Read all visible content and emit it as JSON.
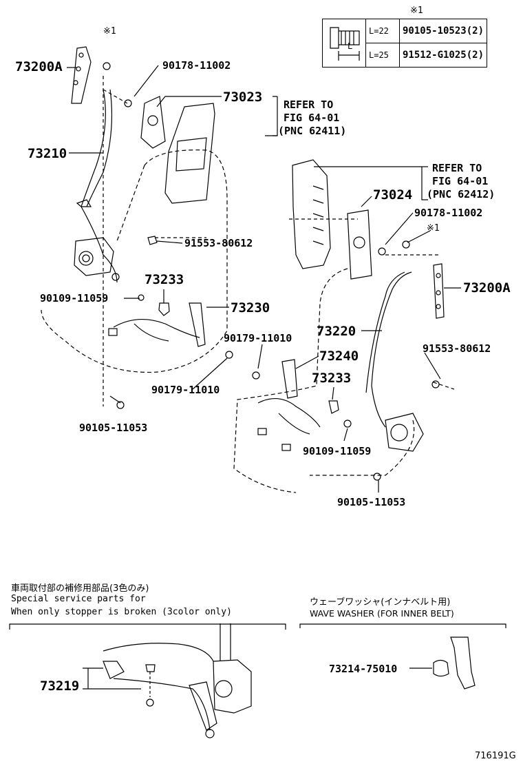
{
  "table": {
    "note_mark": "※1",
    "dim_label": "L",
    "rows": [
      {
        "length": "L=22",
        "part": "90105-10523(2)"
      },
      {
        "length": "L=25",
        "part": "91512-G1025(2)"
      }
    ]
  },
  "labels": {
    "note1_a": "※1",
    "p73200A_left": "73200A",
    "p90178_left": "90178-11002",
    "p73023": "73023",
    "refer1_l1": "REFER TO",
    "refer1_l2": "FIG 64-01",
    "refer1_l3": "(PNC 62411)",
    "p73210": "73210",
    "p91553_left": "91553-80612",
    "p73233_left": "73233",
    "p90109_left": "90109-11059",
    "p73230": "73230",
    "p90179_left": "90179-11010",
    "p90105_left": "90105-11053",
    "refer2_l1": "REFER TO",
    "refer2_l2": "FIG 64-01",
    "refer2_l3": "(PNC 62412)",
    "p73024": "73024",
    "p90178_right": "90178-11002",
    "note1_b": "※1",
    "p73200A_right": "73200A",
    "p90179_right": "90179-11010",
    "p73220": "73220",
    "p73240": "73240",
    "p91553_right": "91553-80612",
    "p73233_right": "73233",
    "p90109_right": "90109-11059",
    "p90105_right": "90105-11053"
  },
  "special_box": {
    "title_jp": "車両取付部の補修用部品(3色のみ)",
    "line1": "Special  service  parts  for",
    "line2": "When  only  stopper  is  broken  (3color  only)",
    "part": "73219"
  },
  "wave_box": {
    "title_jp": "ウェーブワッシャ(インナベルト用)",
    "title_en": "WAVE WASHER (FOR INNER BELT)",
    "part": "73214-75010"
  },
  "figure_id": "716191G"
}
